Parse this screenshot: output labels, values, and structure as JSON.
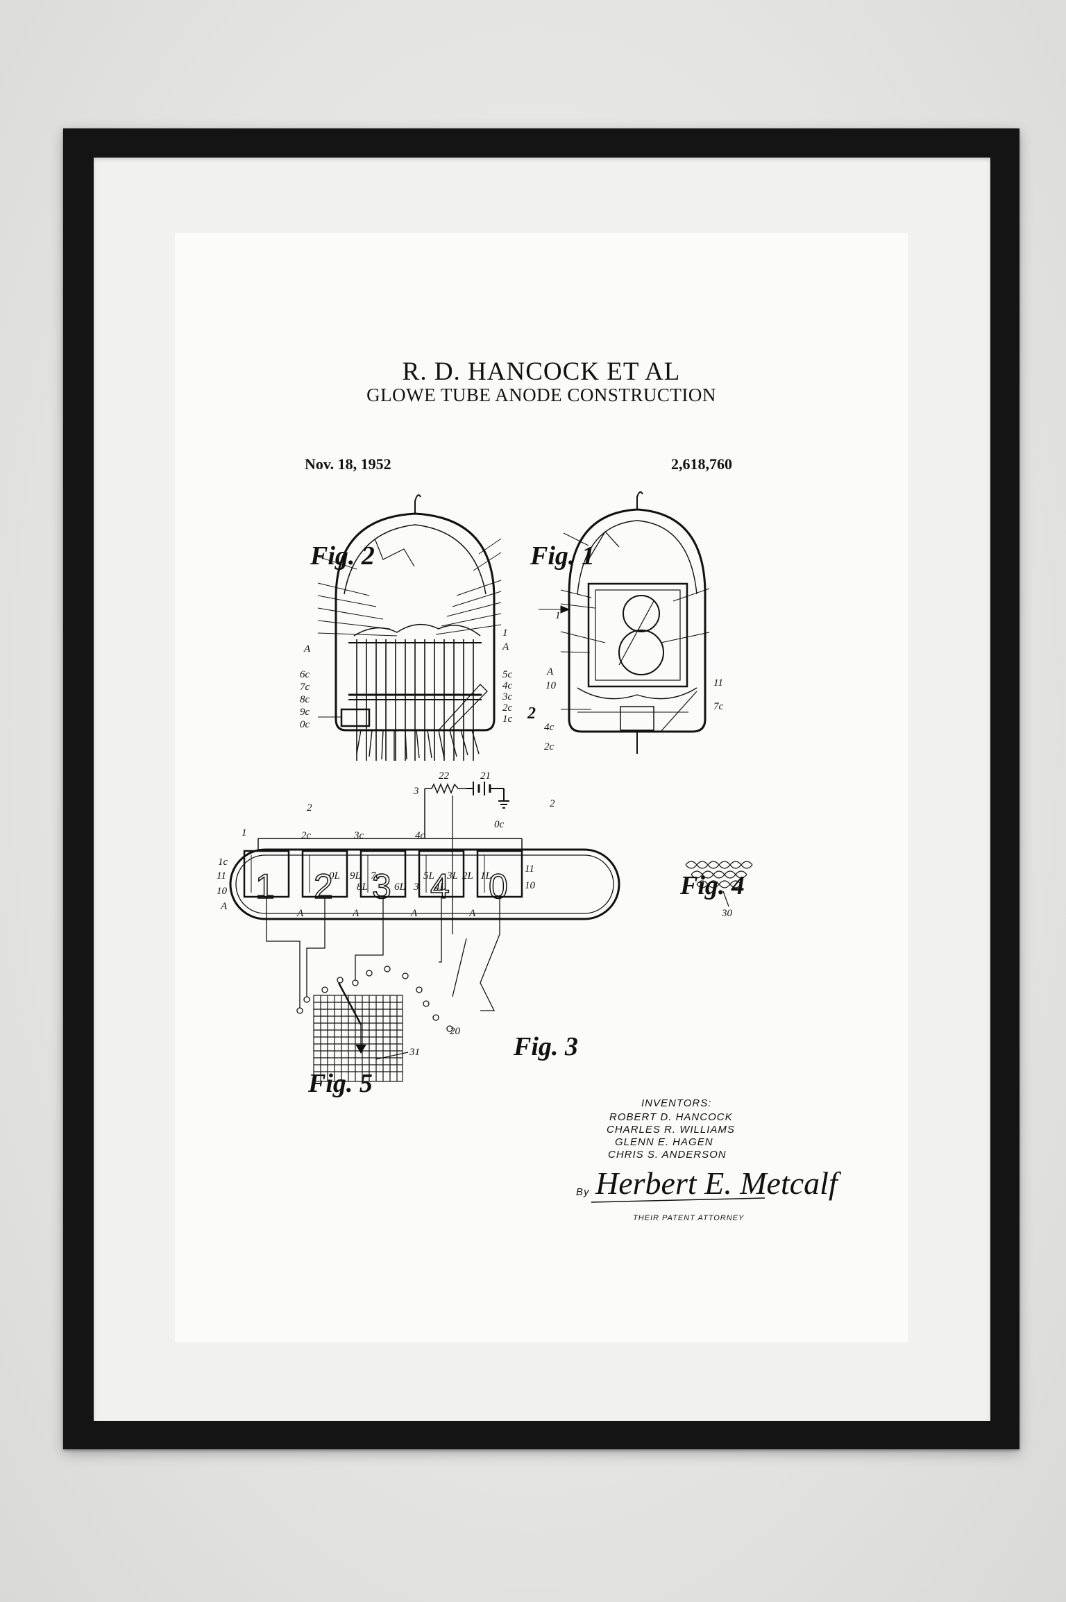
{
  "print": {
    "title": "R. D. HANCOCK ET AL",
    "subtitle": "GLOWE TUBE ANODE CONSTRUCTION",
    "date": "Nov. 18, 1952",
    "patent_number": "2,618,760"
  },
  "figures": {
    "fig1": "Fig. 1",
    "fig2": "Fig. 2",
    "fig3": "Fig. 3",
    "fig4": "Fig. 4",
    "fig5": "Fig. 5"
  },
  "fig2_labels": {
    "l_A": "A",
    "l_6c": "6c",
    "l_7c": "7c",
    "l_8c": "8c",
    "l_9c": "9c",
    "l_0c": "0c",
    "l_2": "2",
    "r_1": "1",
    "r_A": "A",
    "r_5c": "5c",
    "r_4c": "4c",
    "r_3c": "3c",
    "r_2c": "2c",
    "r_1c": "1c",
    "b_0L": "0L",
    "b_9L": "9L",
    "b_8L": "8L",
    "b_7c": "7c",
    "b_6L": "6L",
    "b_3": "3",
    "b_5L": "5L",
    "b_4L": "4L",
    "b_3L": "3L",
    "b_2L": "2L",
    "b_1L": "1L"
  },
  "fig1_labels": {
    "l_1": "1",
    "l_A": "A",
    "l_10": "10",
    "l_2": "2",
    "l_4c": "4c",
    "l_2c": "2c",
    "l_2b": "2",
    "r_11": "11",
    "r_7c": "7c"
  },
  "fig3_labels": {
    "t_1": "1",
    "t_2c": "2c",
    "t_3c": "3c",
    "t_4c": "4c",
    "t_0c": "0c",
    "t_3": "3",
    "t_22": "22",
    "t_21": "21",
    "l_1c": "1c",
    "l_11": "11",
    "l_10": "10",
    "l_A": "A",
    "r_11": "11",
    "r_10": "10",
    "a1": "A",
    "a2": "A",
    "a3": "A",
    "a4": "A",
    "sw_20": "20"
  },
  "fig3_digits": [
    "1",
    "2",
    "3",
    "4",
    "0"
  ],
  "fig4_label": "30",
  "fig5_label": "31",
  "inventors": {
    "heading": "INVENTORS:",
    "names": [
      "ROBERT D. HANCOCK",
      "CHARLES R. WILLIAMS",
      "GLENN E. HAGEN",
      "CHRIS S. ANDERSON"
    ],
    "by": "By",
    "signature": "Herbert E. Metcalf",
    "attorney": "THEIR PATENT ATTORNEY"
  },
  "colors": {
    "wall": "#e6e6e4",
    "frame": "#141414",
    "mat": "#f1f1ef",
    "paper": "#fbfbfa",
    "ink": "#111111"
  }
}
